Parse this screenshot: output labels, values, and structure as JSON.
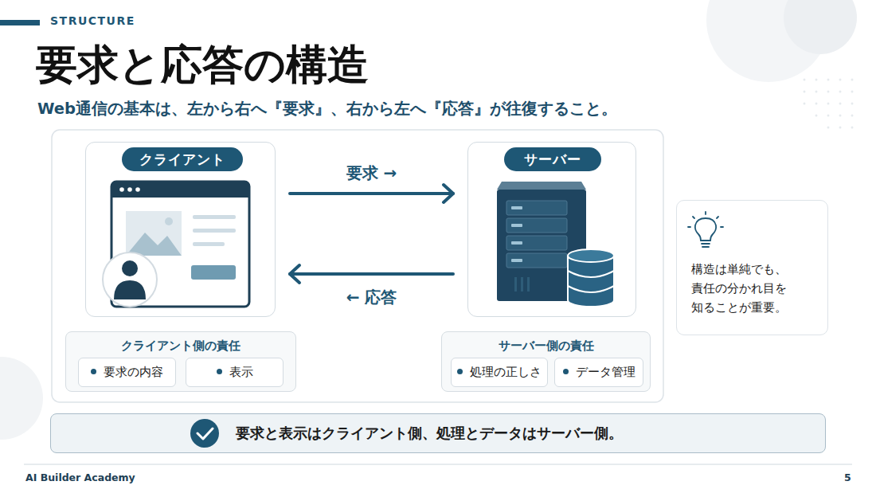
{
  "diagram": {
    "title": "要求と応答の構造",
    "nodes": [
      {
        "text": [
          "クライアント"
        ]
      },
      {
        "text": [
          "サーバー"
        ]
      },
      {
        "text": [
          "クライアント側の責任"
        ]
      },
      {
        "text": [
          "要求の内容"
        ],
        "in": 2
      },
      {
        "text": [
          "表示"
        ],
        "in": 2
      },
      {
        "text": [
          "サーバー側の責任"
        ]
      },
      {
        "text": [
          "処理の正しさ"
        ],
        "in": 5
      },
      {
        "text": [
          "データ管理"
        ],
        "in": 5
      },
      {
        "text": [
          "構造は単純でも、 責任の分かれ目を 知ることが重要。"
        ]
      },
      {
        "text": [
          "要求と表示はクライアント側、処理とデータはサーバー側。"
        ]
      }
    ],
    "edges": [
      {
        "from": 0,
        "to": 1,
        "label": "要求 →",
        "arrow": "to"
      },
      {
        "from": 1,
        "to": 0,
        "label": "← 応答",
        "arrow": "to"
      }
    ],
    "labels": [
      "STRUCTURE",
      "Web通信の基本は、左から右へ『要求』、右から左へ『応答』が往復すること。",
      "AI Builder Academy",
      "5"
    ]
  }
}
